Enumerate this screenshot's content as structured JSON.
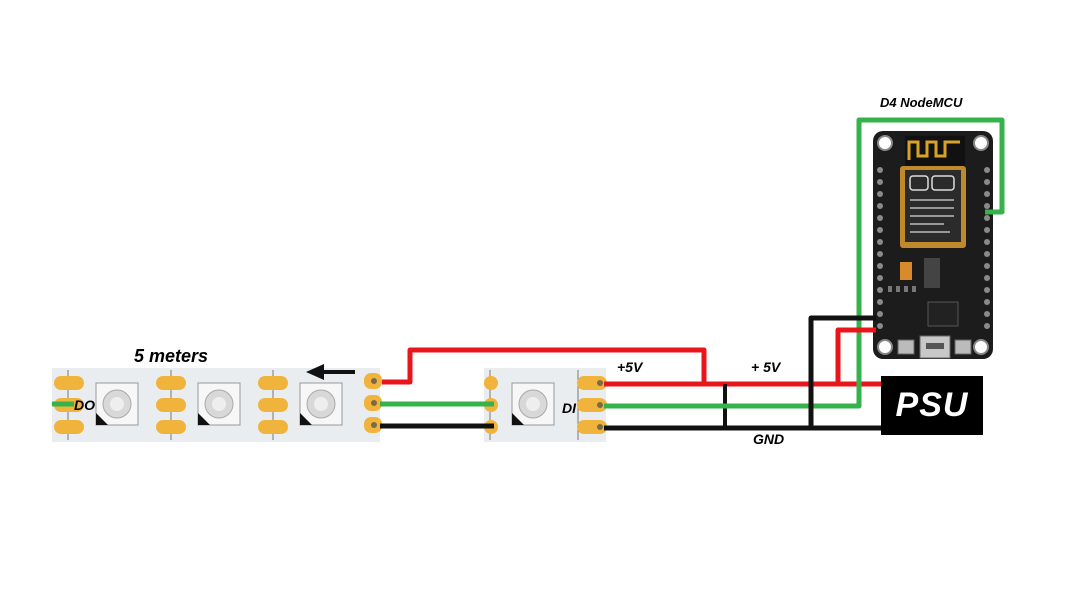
{
  "labels": {
    "strip_length": "5 meters",
    "data_out": "DO",
    "data_in": "DI",
    "plus5v_left": "+5V",
    "plus5v_right": "+ 5V",
    "ground": "GND",
    "controller": "D4 NodeMCU",
    "power_supply": "PSU"
  },
  "colors": {
    "vcc_wire": "#e8161b",
    "data_wire": "#35b24a",
    "gnd_wire": "#111111",
    "pad": "#f0b43c",
    "strip": "#e9edf0",
    "board": "#1c1c1c"
  },
  "icons": [
    "arrow-left-icon",
    "led-chip-icon",
    "wifi-module-icon",
    "usb-port-icon"
  ]
}
